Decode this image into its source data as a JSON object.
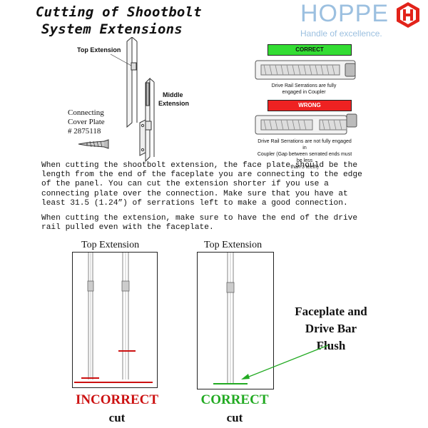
{
  "header": {
    "title_line1": "Cutting of Shootbolt",
    "title_line2": "System Extensions",
    "brand": "HOPPE",
    "tagline": "Handle of excellence.",
    "brand_color": "#9cc0e0"
  },
  "diagram": {
    "top_extension": "Top Extension",
    "middle_extension_line1": "Middle",
    "middle_extension_line2": "Extension",
    "cover_plate_line1": "Connecting",
    "cover_plate_line2": "Cover Plate",
    "cover_plate_line3": "# 2875118"
  },
  "engagement": {
    "correct_banner": "CORRECT",
    "correct_color": "#33dd33",
    "correct_caption_line1": "Drive Rail Serrations are fully",
    "correct_caption_line2": "engaged in Coupler",
    "wrong_banner": "WRONG",
    "wrong_color": "#ee2222",
    "wrong_caption_line1": "Drive Rail Serrations are not fully engaged in",
    "wrong_caption_line2": "Coupler (Gap between serrated ends must be less",
    "wrong_caption_line3": "than 3 teeth)"
  },
  "instructions": {
    "paragraph1": "When cutting the shootbolt extension, the face plate should be the\nlength from the end of the faceplate you are connecting to the edge\nof the panel.  You can cut the extension shorter if you use a\nconnecting plate over the connection.  Make sure that you have at\nleast 31.5 (1.24”) of serrations left to make a good connection.",
    "paragraph2": "When cutting the extension, make sure to have the end of the drive\nrail pulled even with the faceplate."
  },
  "incorrect_figure": {
    "title": "Top Extension",
    "verdict": "INCORRECT",
    "verdict_color": "#cc1111",
    "cut": "cut"
  },
  "correct_figure": {
    "title": "Top Extension",
    "verdict": "CORRECT",
    "verdict_color": "#22aa22",
    "cut": "cut",
    "note_line1": "Faceplate and",
    "note_line2": "Drive Bar",
    "note_line3": "Flush"
  }
}
